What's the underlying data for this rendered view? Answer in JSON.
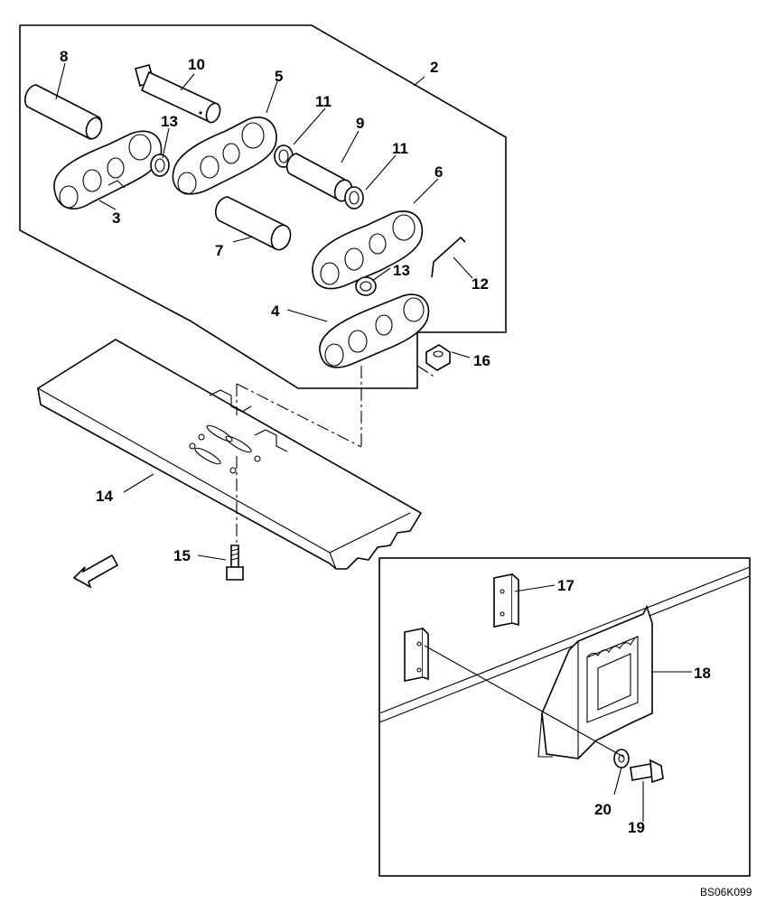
{
  "diagram": {
    "reference_code": "BS06K099",
    "callouts": {
      "c2": "2",
      "c3": "3",
      "c4": "4",
      "c5": "5",
      "c6": "6",
      "c7": "7",
      "c8": "8",
      "c9": "9",
      "c10": "10",
      "c11a": "11",
      "c11b": "11",
      "c12": "12",
      "c13a": "13",
      "c13b": "13",
      "c14": "14",
      "c15": "15",
      "c16": "16",
      "c17": "17",
      "c18": "18",
      "c19": "19",
      "c20": "20"
    }
  }
}
